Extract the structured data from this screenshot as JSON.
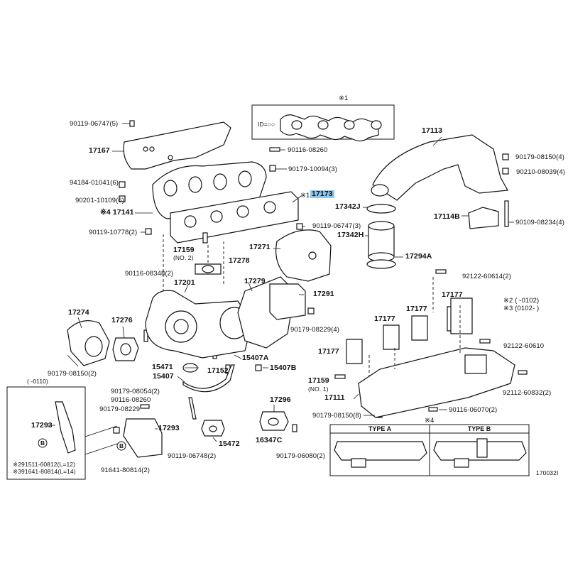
{
  "notes": {
    "n1": "※1",
    "n4": "※4",
    "n2_range": "※2 (      -0102)",
    "n3_range": "※3 (0102-      )",
    "inset_range": "(      -0110)"
  },
  "gasket_strip": {
    "id_label": "ID=○○"
  },
  "labels": {
    "p90119_06747_5": "90119-06747(5)",
    "p17167": "17167",
    "p90116_08260_top": "90116-08260",
    "p90179_10094": "90179-10094(3)",
    "p94184": "94184-01041(6)",
    "p90201": "90201-10109(6)",
    "p17141": "※4 17141",
    "p17173": "17173",
    "p17173_prefix": "※1",
    "p90119_10778": "90119-10778(2)",
    "p90119_06747_3": "90119-06747(3)",
    "p17159_no2": "17159",
    "p17159_no2_sub": "(NO. 2)",
    "p17278": "17278",
    "p17271": "17271",
    "p17113": "17113",
    "p90179_08150_4": "90179-08150(4)",
    "p90210": "90210-08039(4)",
    "p17342J": "17342J",
    "p17114B": "17114B",
    "p90109": "90109-08234(4)",
    "p17342H": "17342H",
    "p17294A": "17294A",
    "p90116_08348": "90116-08348(2)",
    "p17279": "17279",
    "p17201": "17201",
    "p17291": "17291",
    "p92122_60614": "92122-60614(2)",
    "p17177_a": "17177",
    "p17274": "17274",
    "p17276": "17276",
    "p90179_08229_4": "90179-08229(4)",
    "p17177_b": "17177",
    "p17177_c": "17177",
    "p92122_60610": "92122-60610",
    "p17177_d": "17177",
    "p90179_08150_2": "90179-08150(2)",
    "p15407A": "15407A",
    "p15471": "15471",
    "p17152": "17152",
    "p15407B": "15407B",
    "p15407": "15407",
    "p17159_no1": "17159",
    "p17159_no1_sub": "(NO. 1)",
    "p92112": "92112-60832(2)",
    "p90179_08054": "90179-08054(2)",
    "p90116_08260_low": "90116-08260",
    "p17111": "17111",
    "p17296": "17296",
    "p90116_06070": "90116-06070(2)",
    "p90179_08229": "90179-08229",
    "p90179_08150_8": "90179-08150(8)",
    "p17293_a": "17293",
    "p17293_b": "17293",
    "p15472": "15472",
    "p16347C": "16347C",
    "p90119_06748": "90119-06748(2)",
    "p90179_06080": "90179-06080(2)",
    "p291511": "※291511-60812(L=12)",
    "p391641": "※391641-80814(L=14)",
    "p91641": "91641-80814(2)",
    "b_a": "B",
    "b_b": "B",
    "ref_code": "170032I"
  },
  "type_boxes": {
    "a": "TYPE A",
    "b": "TYPE B"
  }
}
